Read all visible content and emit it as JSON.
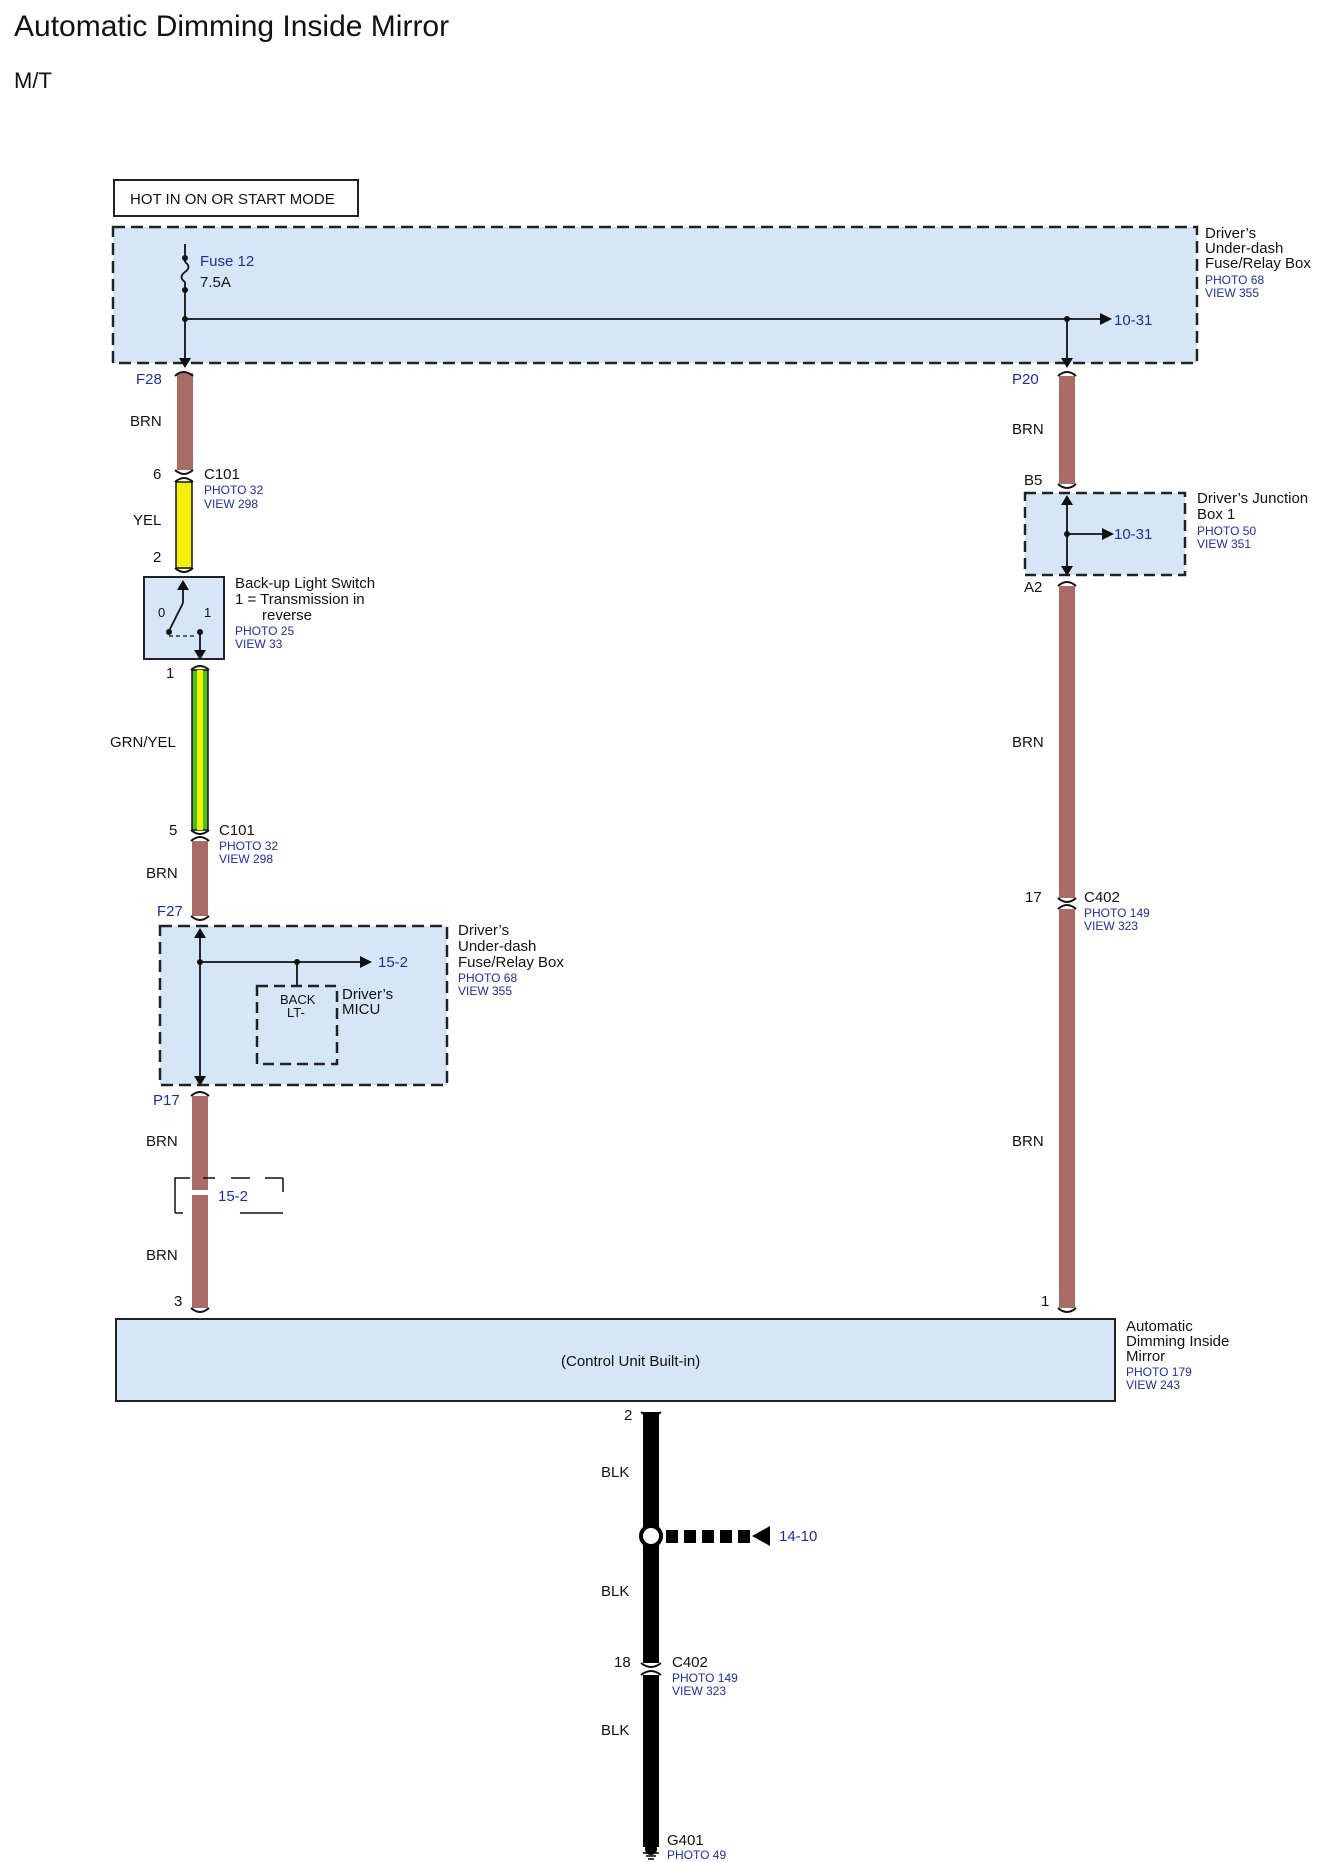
{
  "header": {
    "title": "Automatic Dimming Inside Mirror",
    "subtitle": "M/T"
  },
  "hot_mode": "HOT IN ON OR START MODE",
  "fuse_box_top": {
    "name_lines": [
      "Driver’s",
      "Under-dash",
      "Fuse/Relay Box"
    ],
    "photo": "PHOTO 68",
    "view": "VIEW 355",
    "fuse_name": "Fuse 12",
    "fuse_rating": "7.5A",
    "ref_right": "10-31",
    "pin_left": "F28",
    "pin_right": "P20"
  },
  "left_circuit": {
    "wire1_color": "BRN",
    "c101_top": {
      "pin_in": "6",
      "name": "C101",
      "photo": "PHOTO 32",
      "view": "VIEW 298",
      "pin_out": "2"
    },
    "wire2_color": "YEL",
    "switch": {
      "name": "Back-up Light Switch",
      "desc_line1": "1 = Transmission in",
      "desc_line2": "reverse",
      "photo": "PHOTO 25",
      "view": "VIEW 33",
      "pos0": "0",
      "pos1": "1",
      "pin_out": "1"
    },
    "wire3_color": "GRN/YEL",
    "c101_bottom": {
      "pin": "5",
      "name": "C101",
      "photo": "PHOTO 32",
      "view": "VIEW 298"
    },
    "wire4_color": "BRN",
    "fuse_box_mid": {
      "pin_in": "F27",
      "name_lines": [
        "Driver’s",
        "Under-dash",
        "Fuse/Relay Box"
      ],
      "photo": "PHOTO 68",
      "view": "VIEW 355",
      "ref": "15-2",
      "micu_label_lines": [
        "BACK",
        "LT-"
      ],
      "micu_name_lines": [
        "Driver’s",
        "MICU"
      ],
      "pin_out": "P17"
    },
    "wire5_color": "BRN",
    "splice_ref": "15-2",
    "wire6_color": "BRN",
    "mirror_pin": "3"
  },
  "right_circuit": {
    "wire1_color": "BRN",
    "junction_box": {
      "pin_in": "B5",
      "name_lines": [
        "Driver’s Junction",
        "Box 1"
      ],
      "photo": "PHOTO 50",
      "view": "VIEW 351",
      "ref": "10-31",
      "pin_out": "A2"
    },
    "wire2_color": "BRN",
    "c402": {
      "pin": "17",
      "name": "C402",
      "photo": "PHOTO 149",
      "view": "VIEW 323"
    },
    "wire3_color": "BRN",
    "mirror_pin": "1"
  },
  "mirror": {
    "name_lines": [
      "Automatic",
      "Dimming Inside",
      "Mirror"
    ],
    "photo": "PHOTO 179",
    "view": "VIEW 243",
    "inner_label": "(Control Unit Built-in)"
  },
  "ground_circuit": {
    "pin": "2",
    "wire1_color": "BLK",
    "splice_ref": "14-10",
    "wire2_color": "BLK",
    "c402": {
      "pin": "18",
      "name": "C402",
      "photo": "PHOTO 149",
      "view": "VIEW 323"
    },
    "wire3_color": "BLK",
    "ground": {
      "name": "G401",
      "photo": "PHOTO 49"
    }
  },
  "colors": {
    "brn_wire": "#a86b66",
    "yel_wire": "#f4f000",
    "grn_wire": "#4bbf1e",
    "blk_wire": "#000000",
    "box_fill": "#d4e6f7",
    "ref_text": "#1f2f9a"
  }
}
